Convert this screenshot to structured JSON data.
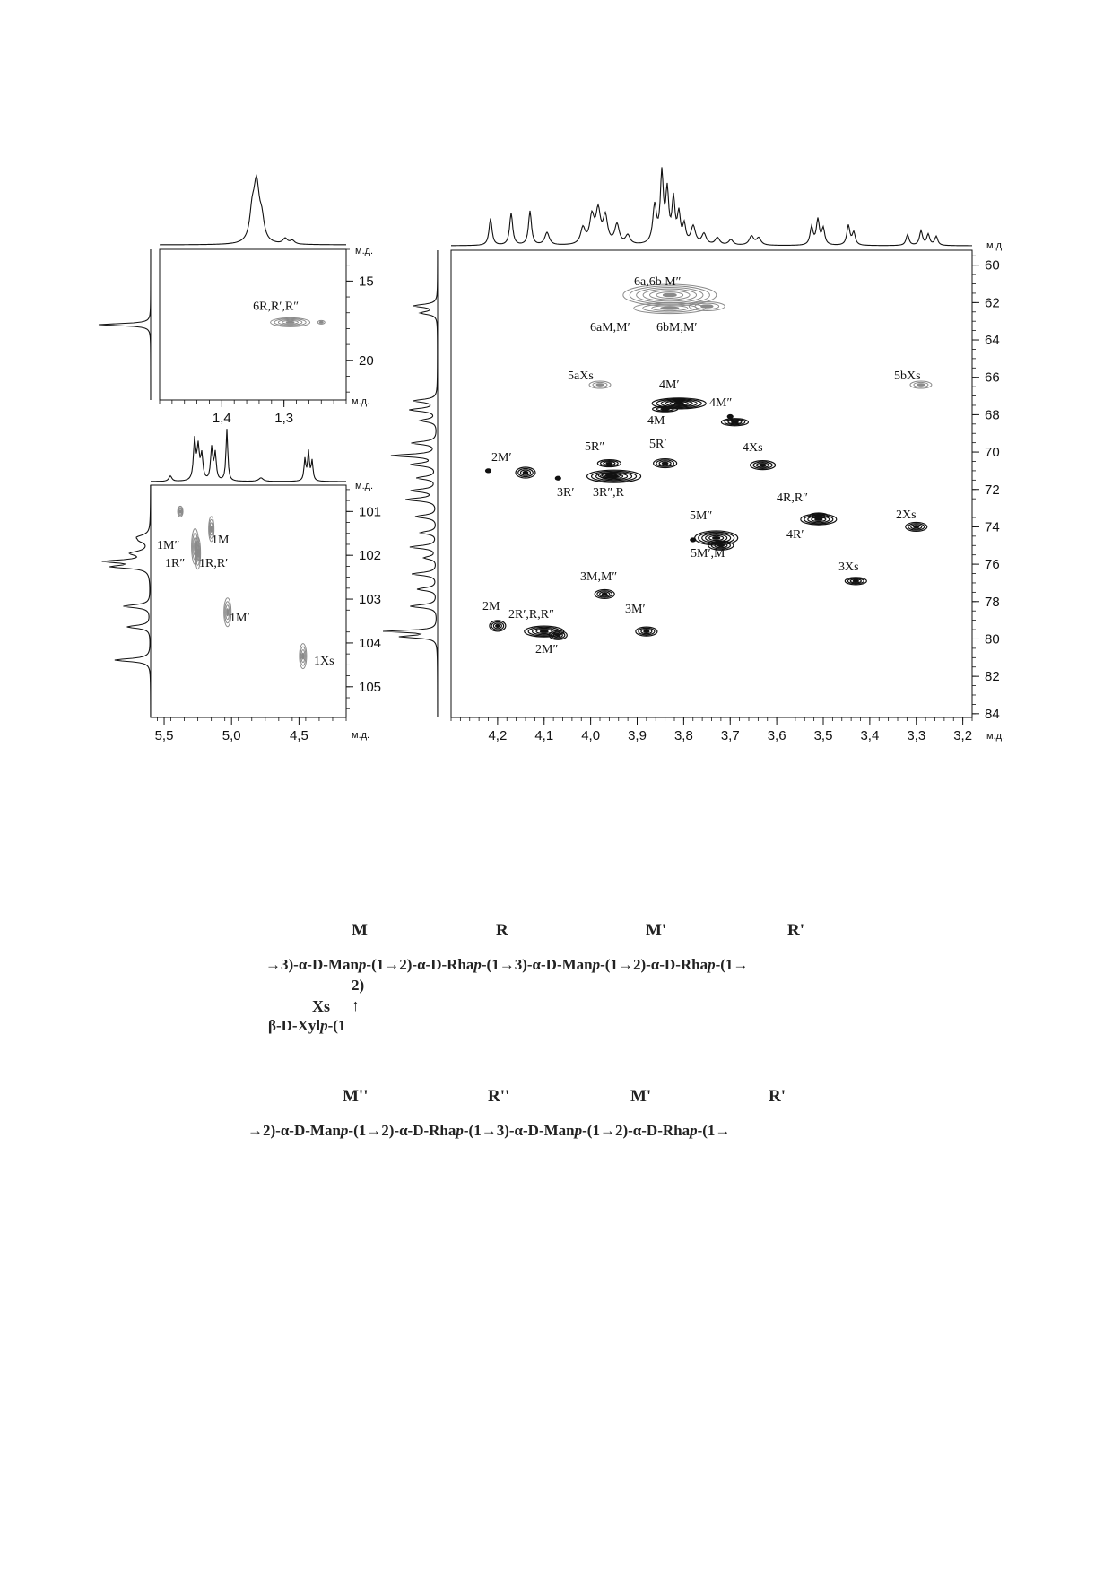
{
  "chart_data": [
    {
      "type": "heatmap",
      "panel": "methyl",
      "unit": "м.д.",
      "x_ticks": [
        "1,4",
        "1,3"
      ],
      "y_ticks": [
        "15",
        "20"
      ],
      "xlim": [
        1.5,
        1.2
      ],
      "ylim": [
        13,
        22.5
      ],
      "peaks": [
        {
          "label": "6R,R′,R″",
          "x": 1.29,
          "y": 17.6,
          "shade": "gray"
        }
      ]
    },
    {
      "type": "heatmap",
      "panel": "anomeric",
      "unit": "м.д.",
      "x_ticks": [
        "5,5",
        "5,0",
        "4,5"
      ],
      "y_ticks": [
        "101",
        "102",
        "103",
        "104",
        "105"
      ],
      "xlim": [
        5.6,
        4.15
      ],
      "ylim": [
        100.4,
        105.7
      ],
      "peaks": [
        {
          "label": "1M″",
          "x": 5.28,
          "y": 101.7,
          "shade": "gray"
        },
        {
          "label": "1M",
          "x": 5.15,
          "y": 101.4,
          "shade": "gray"
        },
        {
          "label": "1R″",
          "x": 5.28,
          "y": 102.0,
          "shade": "gray"
        },
        {
          "label": "1R,R′",
          "x": 5.27,
          "y": 101.9,
          "shade": "gray"
        },
        {
          "label": "1M′",
          "x": 5.03,
          "y": 103.3,
          "shade": "gray"
        },
        {
          "label": "1Xs",
          "x": 4.47,
          "y": 104.3,
          "shade": "gray"
        }
      ]
    },
    {
      "type": "heatmap",
      "panel": "main",
      "unit": "м.д.",
      "x_ticks": [
        "4,2",
        "4,1",
        "4,0",
        "3,9",
        "3,8",
        "3,7",
        "3,6",
        "3,5",
        "3,4",
        "3,3",
        "3,2"
      ],
      "y_ticks": [
        "60",
        "62",
        "64",
        "66",
        "68",
        "70",
        "72",
        "74",
        "76",
        "78",
        "80",
        "82",
        "84"
      ],
      "xlim": [
        4.3,
        3.18
      ],
      "ylim": [
        59.2,
        84.2
      ],
      "peaks": [
        {
          "label": "6a,6b M″",
          "x": 3.83,
          "y": 61.6,
          "shade": "gray"
        },
        {
          "label": "6aM,M′",
          "x": 3.87,
          "y": 62.2,
          "shade": "gray"
        },
        {
          "label": "6bM,M′",
          "x": 3.78,
          "y": 62.2,
          "shade": "gray"
        },
        {
          "label": "5aXs",
          "x": 3.98,
          "y": 66.4,
          "shade": "gray"
        },
        {
          "label": "5bXs",
          "x": 3.29,
          "y": 66.4,
          "shade": "gray"
        },
        {
          "label": "4M′",
          "x": 3.81,
          "y": 67.4,
          "shade": "black"
        },
        {
          "label": "4M",
          "x": 3.84,
          "y": 67.6,
          "shade": "black"
        },
        {
          "label": "4M″",
          "x": 3.69,
          "y": 68.4,
          "shade": "black"
        },
        {
          "label": "2M′",
          "x": 4.14,
          "y": 71.1,
          "shade": "black"
        },
        {
          "label": "5R″",
          "x": 3.96,
          "y": 70.6,
          "shade": "black"
        },
        {
          "label": "5R′",
          "x": 3.84,
          "y": 70.6,
          "shade": "black"
        },
        {
          "label": "4Xs",
          "x": 3.63,
          "y": 70.7,
          "shade": "black"
        },
        {
          "label": "3R′",
          "x": 3.97,
          "y": 71.3,
          "shade": "black"
        },
        {
          "label": "3R″,R",
          "x": 3.94,
          "y": 71.3,
          "shade": "black"
        },
        {
          "label": "4R,R″",
          "x": 3.51,
          "y": 73.6,
          "shade": "black"
        },
        {
          "label": "4R′",
          "x": 3.51,
          "y": 73.6,
          "shade": "black"
        },
        {
          "label": "2Xs",
          "x": 3.3,
          "y": 74.0,
          "shade": "black"
        },
        {
          "label": "5M″",
          "x": 3.73,
          "y": 74.6,
          "shade": "black"
        },
        {
          "label": "5M′,M",
          "x": 3.72,
          "y": 75.0,
          "shade": "black"
        },
        {
          "label": "3Xs",
          "x": 3.43,
          "y": 76.9,
          "shade": "black"
        },
        {
          "label": "3M,M″",
          "x": 3.97,
          "y": 77.6,
          "shade": "black"
        },
        {
          "label": "2M",
          "x": 4.2,
          "y": 79.3,
          "shade": "black"
        },
        {
          "label": "2R′,R,R″",
          "x": 4.1,
          "y": 79.6,
          "shade": "black"
        },
        {
          "label": "2M″",
          "x": 4.07,
          "y": 79.8,
          "shade": "black"
        },
        {
          "label": "3M′",
          "x": 3.88,
          "y": 79.6,
          "shade": "black"
        }
      ]
    }
  ],
  "structure1": {
    "units": [
      "M",
      "R",
      "M'",
      "R'"
    ],
    "main_chain": "→3)-α-D-Man<i>p</i>-(1→2)-α-D-Rha<i>p</i>-(1→3)-α-D-Man<i>p</i>-(1→2)-α-D-Rha<i>p</i>-(1→",
    "branch_pos": "2)",
    "branch_name": "Xs",
    "branch_arrow": "↑",
    "branch_chain": "β-D-Xyl<i>p</i>-(1"
  },
  "structure2": {
    "units": [
      "M''",
      "R''",
      "M'",
      "R'"
    ],
    "main_chain": "→2)-α-D-Man<i>p</i>-(1→2)-α-D-Rha<i>p</i>-(1→3)-α-D-Man<i>p</i>-(1→2)-α-D-Rha<i>p</i>-(1→"
  }
}
